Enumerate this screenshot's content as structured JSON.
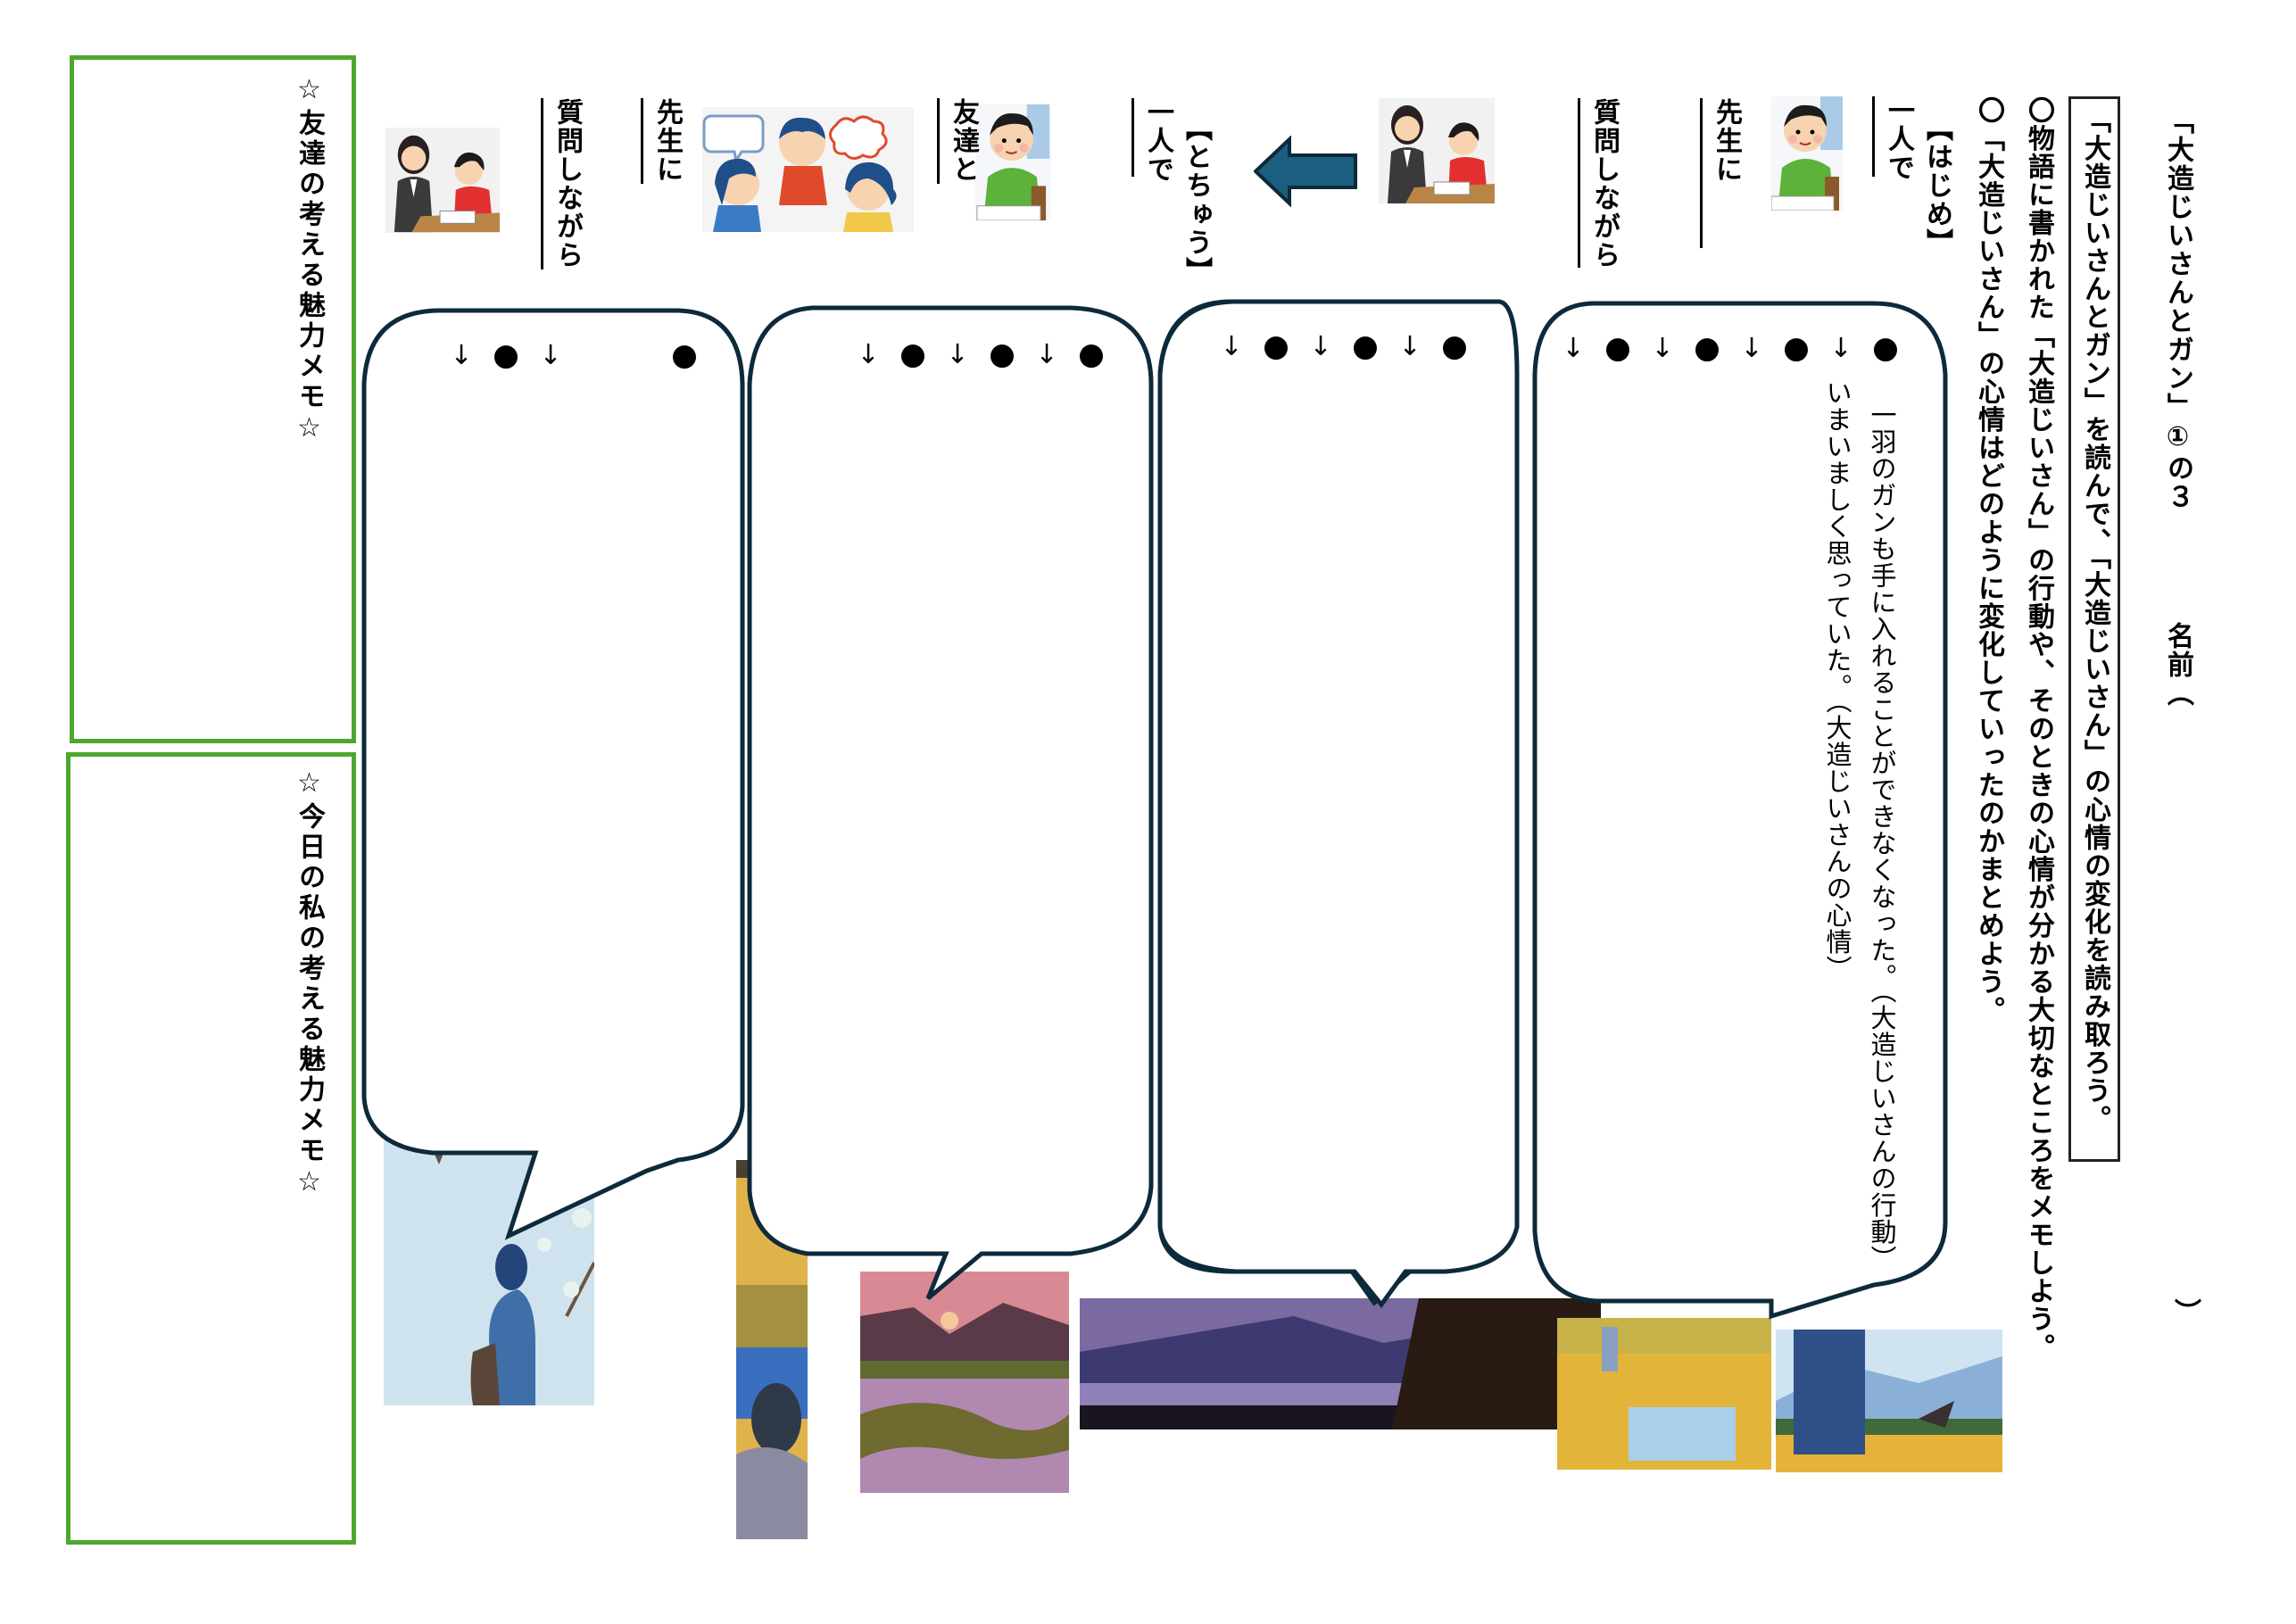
{
  "header": {
    "title": "「大造じいさんとガン」①の３",
    "name_label": "名前（",
    "name_close": "）"
  },
  "instructions": {
    "goal": "「大造じいさんとガン」を読んで、「大造じいさん」の心情の変化を読み取ろう。",
    "step1": "〇物語に書かれた「大造じいさん」の行動や、そのときの心情が分かる大切なところをメモしよう。",
    "step2": "〇「大造じいさん」の心情はどのように変化していったのかまとめよう。"
  },
  "stages": {
    "beginning": {
      "label": "【はじめ】",
      "modes": [
        "一人で",
        "先生に",
        "質問しながら"
      ]
    },
    "middle": {
      "label": "【とちゅう】",
      "modes": [
        "一人で",
        "友達と",
        "先生に",
        "質問しながら"
      ]
    }
  },
  "bubbles": [
    {
      "id": "bubble-1",
      "markers": [
        "●",
        "↓",
        "●",
        "↓",
        "●",
        "↓",
        "●",
        "↓"
      ],
      "sample_action": "一羽のガンも手に入れることができなくなった。（大造じいさんの行動）",
      "sample_feeling": "いまいましく思っていた。（大造じいさんの心情）"
    },
    {
      "id": "bubble-2",
      "markers": [
        "●",
        "↓",
        "●",
        "↓",
        "●",
        "↓"
      ]
    },
    {
      "id": "bubble-3",
      "markers": [
        "●",
        "↓",
        "●",
        "↓",
        "●",
        "↓"
      ]
    },
    {
      "id": "bubble-4",
      "markers": [
        "●",
        "",
        "",
        "↓",
        "●",
        "↓"
      ]
    }
  ],
  "memos": {
    "friends": "☆友達の考える魅力メモ☆",
    "mine": "☆今日の私の考える魅力メモ☆"
  },
  "icons": {
    "arrow": "left-arrow-icon",
    "illustrations": [
      "boy-studying-icon",
      "teacher-helping-girl-icon",
      "children-discussing-icon"
    ]
  },
  "colors": {
    "green_border": "#4ea72e",
    "bubble_border": "#0d2a3a",
    "arrow_fill": "#1b5e80",
    "arrow_stroke": "#0d2a3a"
  }
}
